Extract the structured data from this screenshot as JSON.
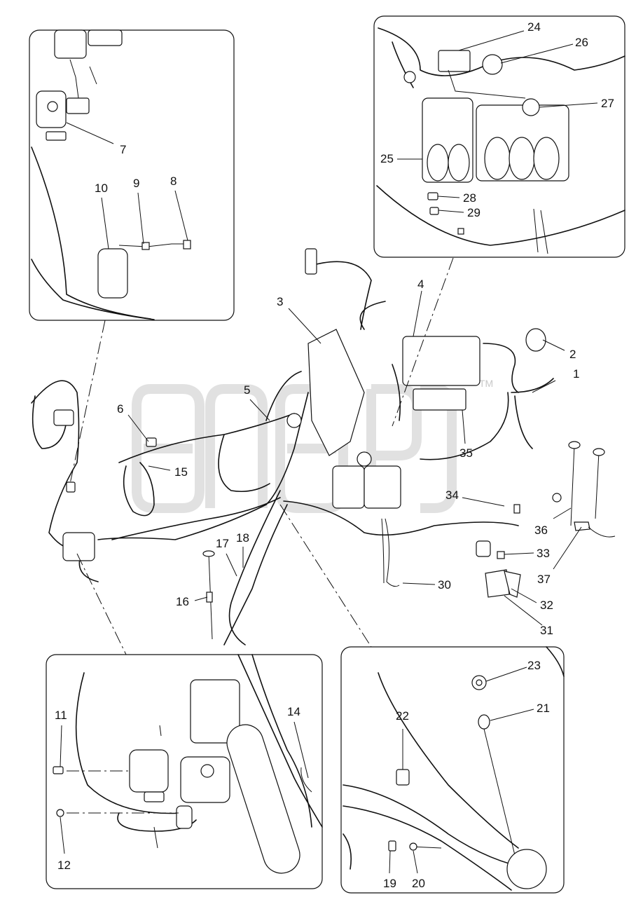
{
  "watermark": {
    "tm": "TM"
  },
  "callouts": [
    {
      "id": "c1",
      "label": "1"
    },
    {
      "id": "c2",
      "label": "2"
    },
    {
      "id": "c3",
      "label": "3"
    },
    {
      "id": "c4",
      "label": "4"
    },
    {
      "id": "c5",
      "label": "5"
    },
    {
      "id": "c6",
      "label": "6"
    },
    {
      "id": "c7",
      "label": "7"
    },
    {
      "id": "c8",
      "label": "8"
    },
    {
      "id": "c9",
      "label": "9"
    },
    {
      "id": "c10",
      "label": "10"
    },
    {
      "id": "c11",
      "label": "11"
    },
    {
      "id": "c12",
      "label": "12"
    },
    {
      "id": "c14",
      "label": "14"
    },
    {
      "id": "c15",
      "label": "15"
    },
    {
      "id": "c16",
      "label": "16"
    },
    {
      "id": "c17",
      "label": "17"
    },
    {
      "id": "c18",
      "label": "18"
    },
    {
      "id": "c19",
      "label": "19"
    },
    {
      "id": "c20",
      "label": "20"
    },
    {
      "id": "c21",
      "label": "21"
    },
    {
      "id": "c22",
      "label": "22"
    },
    {
      "id": "c23",
      "label": "23"
    },
    {
      "id": "c24",
      "label": "24"
    },
    {
      "id": "c25",
      "label": "25"
    },
    {
      "id": "c26",
      "label": "26"
    },
    {
      "id": "c27",
      "label": "27"
    },
    {
      "id": "c28",
      "label": "28"
    },
    {
      "id": "c29",
      "label": "29"
    },
    {
      "id": "c30",
      "label": "30"
    },
    {
      "id": "c31",
      "label": "31"
    },
    {
      "id": "c32",
      "label": "32"
    },
    {
      "id": "c33",
      "label": "33"
    },
    {
      "id": "c34",
      "label": "34"
    },
    {
      "id": "c35",
      "label": "35"
    },
    {
      "id": "c36",
      "label": "36"
    },
    {
      "id": "c37",
      "label": "37"
    }
  ]
}
